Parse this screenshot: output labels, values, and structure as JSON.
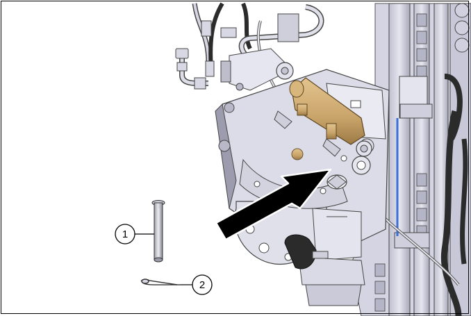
{
  "callouts": {
    "pin": {
      "number": "1",
      "part": "pin"
    },
    "clip": {
      "number": "2",
      "part": "spring-clip"
    }
  },
  "colors": {
    "background": "#ffffff",
    "metal": "#d9d9e6",
    "metal_dark": "#8c8c9c",
    "brass": "#c9a46a",
    "hose": "#2b2b2b",
    "arrow": "#000000"
  },
  "icons": {
    "direction_arrow": "arrow-pointing-to-pin-hole"
  }
}
